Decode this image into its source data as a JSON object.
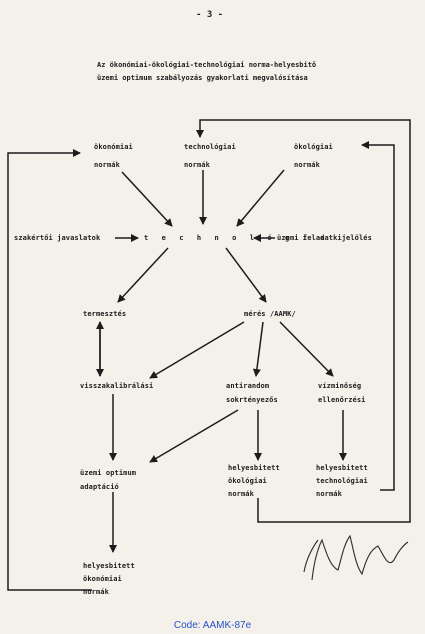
{
  "page_number": "- 3 -",
  "header": {
    "line1": "Az ökonómiai-ökológiai-technológiai norma-helyesbitő",
    "line2": "üzemi optimum szabályozás gyakorlati megvalósítása"
  },
  "nodes": {
    "okonomiai": [
      "ökonómiai",
      "normák"
    ],
    "technologiai": [
      "technológiai",
      "normák"
    ],
    "okologiai": [
      "ökológiai",
      "normák"
    ],
    "szakertoi": "szakértői javaslatok",
    "technologia": "t e c h n o l ó g i a",
    "uzemi_feladat": "üzemi feladatkijelölés",
    "termesztes": "termesztés",
    "meres": "mérés /AAMK/",
    "visszakalibralasi": "visszakalibrálási",
    "antirandom": [
      "antirandom",
      "sokrtényezős"
    ],
    "vizminoseg": [
      "vízminőség",
      "ellenőrzési"
    ],
    "uzemi_optimum": [
      "üzemi optimum",
      "adaptáció"
    ],
    "helyesb_okologiai": [
      "helyesbitett",
      "ökológiai",
      "normák"
    ],
    "helyesb_technologiai": [
      "helyesbitett",
      "technológiai",
      "normák"
    ],
    "helyesb_okonomiai": [
      "helyesbitett",
      "ökonómiai",
      "normák"
    ]
  },
  "footer_code": "Code: AAMK-87e"
}
